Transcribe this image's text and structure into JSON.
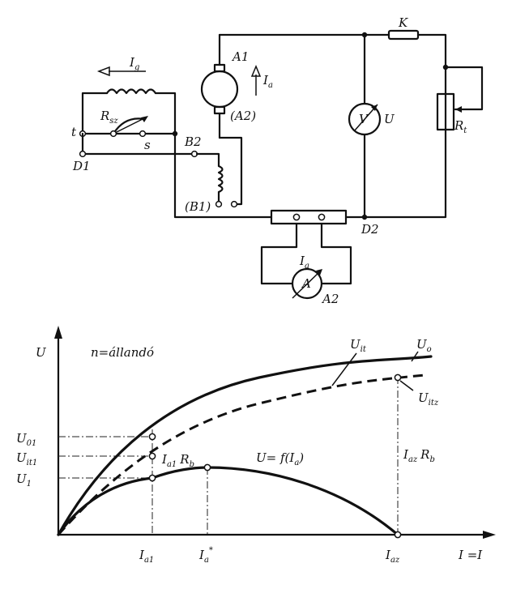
{
  "circuit": {
    "labels": {
      "ig": "I",
      "ig_sub": "g",
      "a1": "A1",
      "ia": "I",
      "ia_sub": "a",
      "a2p": "(A2)",
      "k": "K",
      "rsz": "R",
      "rsz_sub": "sz",
      "t": "t",
      "s": "s",
      "b2": "B2",
      "d1": "D1",
      "b1": "(B1)",
      "v": "V",
      "u": "U",
      "rt": "R",
      "rt_sub": "t",
      "d2": "D2",
      "ia2": "I",
      "ia2_sub": "a",
      "amm": "A",
      "a2": "A2"
    }
  },
  "graph": {
    "condition": "n=állandó",
    "yaxis": "U",
    "xaxis": "I =I",
    "curves": {
      "uo": "U",
      "uo_sub": "o",
      "uit": "U",
      "uit_sub": "it",
      "uitz": "U",
      "uitz_sub": "itz",
      "uf": "U= f(I",
      "uf_sub": "a",
      "uf_end": ")"
    },
    "yticks": {
      "u01": "U",
      "u01_sub": "01",
      "uit1": "U",
      "uit1_sub": "it1",
      "u1": "U",
      "u1_sub": "1"
    },
    "xticks": {
      "ia1": "I",
      "ia1_sub": "a1",
      "iastar": "I",
      "iastar_sub": "a",
      "iastar_sup": "*",
      "iaz": "I",
      "iaz_sub": "az"
    },
    "annotations": {
      "ia1rb": "I",
      "ia1rb_sub": "a1",
      "ia1rb_r": "R",
      "ia1rb_rsub": "b",
      "iazrb": "I",
      "iazrb_sub": "az",
      "iazrb_r": "R",
      "iazrb_rsub": "b"
    }
  }
}
